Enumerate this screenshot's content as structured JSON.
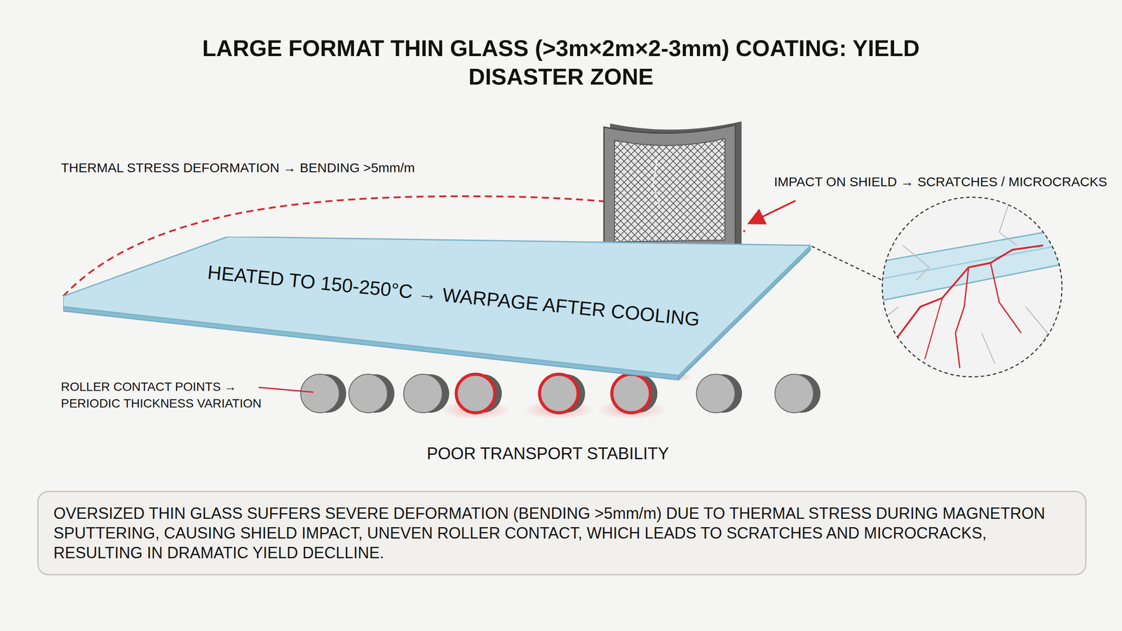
{
  "diagram": {
    "title": "LARGE FORMAT THIN GLASS (>3m×2m×2-3mm) COATING: YIELD DISASTER ZONE",
    "nodes": [
      {
        "text": [
          "HEATED TO 150-250°C → WARPAGE AFTER COOLING"
        ]
      },
      {
        "text": [
          "OVERSIZED THIN GLASS SUFFERS SEVERE DEFORMATION (BENDING >5mm/m) DUE TO THERMAL STRESS DURING MAGNETRON SPUTTERING, CAUSING SHIELD IMPACT, UNEVEN ROLLER CONTACT, WHICH LEADS TO SCRATCHES AND MICROCRACKS, RESULTING IN DRAMATIC YIELD DECLLINE."
        ]
      }
    ],
    "labels": [
      "THERMAL STRESS DEFORMATION → BENDING >5mm/m",
      "IMPACT ON SHIELD → SCRATCHES / MICROCRACKS",
      "ROLLER CONTACT POINTS → PERIODIC THICKNESS VARIATION",
      "POOR TRANSPORT STABILITY"
    ]
  }
}
